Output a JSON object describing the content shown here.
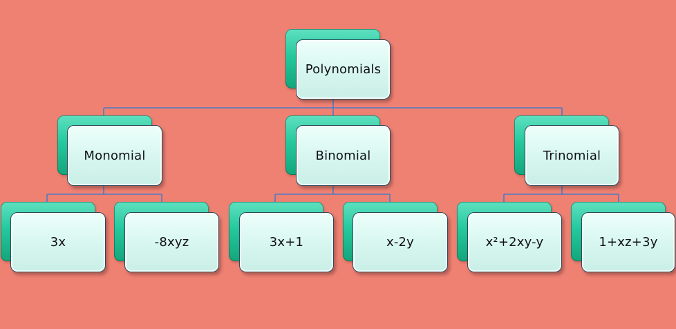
{
  "diagram": {
    "colors": {
      "background": "#ef8173",
      "connector": "#4a7bc4",
      "card_face": "#d6f6ef",
      "card_shadow": "#24c99d",
      "text": "#111111"
    },
    "root": {
      "label": "Polynomials",
      "children": [
        {
          "label": "Monomial",
          "children": [
            {
              "label": "3x"
            },
            {
              "label": "-8xyz"
            }
          ]
        },
        {
          "label": "Binomial",
          "children": [
            {
              "label": "3x+1"
            },
            {
              "label": "x-2y"
            }
          ]
        },
        {
          "label": "Trinomial",
          "children": [
            {
              "label": "x²+2xy-y"
            },
            {
              "label": "1+xz+3y"
            }
          ]
        }
      ]
    }
  }
}
